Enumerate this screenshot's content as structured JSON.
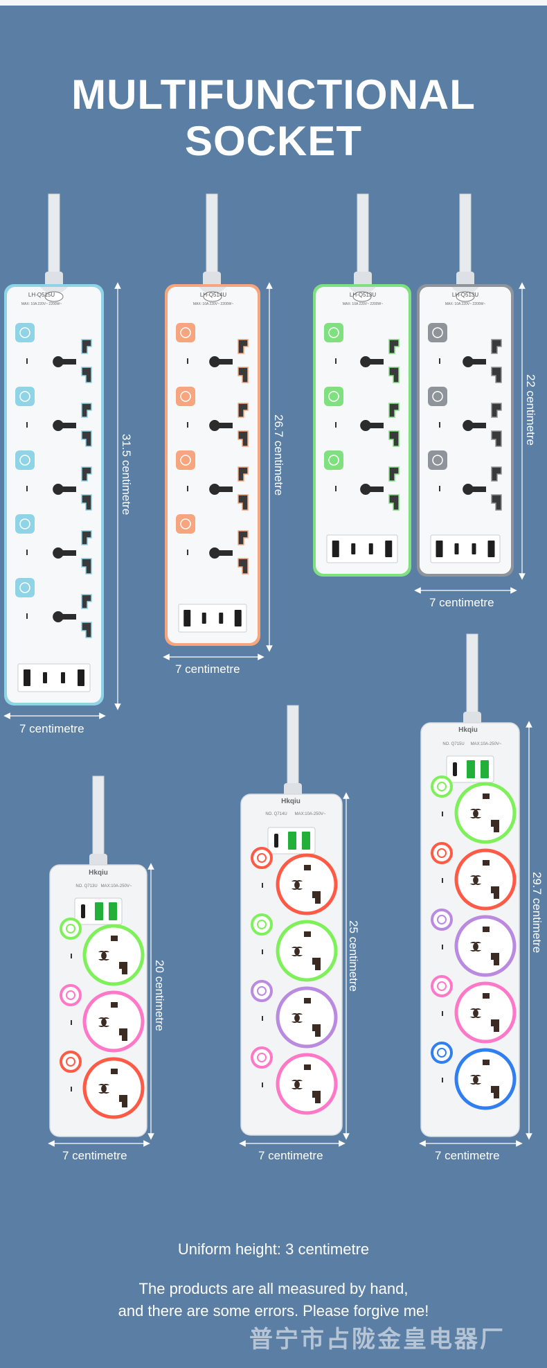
{
  "title_line1": "MULTIFUNCTIONAL",
  "title_line2": "SOCKET",
  "colors": {
    "background": "#5b7fa4",
    "blue": "#8fd3e6",
    "orange": "#f6a57e",
    "green": "#7fe07f",
    "gray": "#8e9499",
    "ring_green": "#7ef05a",
    "ring_red": "#ff5a45",
    "ring_pink": "#ff78c8",
    "ring_purple": "#b98ae0",
    "ring_blue": "#2f7ff0"
  },
  "products_top": {
    "blue": {
      "model": "LH-Q515U",
      "rating": "MAX: 10A 220V~ 2200W~",
      "height": "31.5 centimetre",
      "width": "7 centimetre"
    },
    "orange": {
      "model": "LH-Q514U",
      "rating": "MAX: 10A 220V~ 2200W~",
      "height": "26.7 centimetre",
      "width": "7 centimetre"
    },
    "green": {
      "model": "LH-Q513U",
      "rating": "MAX: 10A 220V~ 2200W~"
    },
    "gray": {
      "model": "LH-Q513U",
      "rating": "MAX: 10A 220V~ 2200W~",
      "height": "22 centimetre",
      "width": "7 centimetre"
    }
  },
  "products_bottom": {
    "small": {
      "brand": "Hkqiu",
      "model": "NO. Q713U",
      "rating": "MAX:10A-250V~",
      "height": "20 centimetre",
      "width": "7 centimetre"
    },
    "medium": {
      "brand": "Hkqiu",
      "model": "NO. Q714U",
      "rating": "MAX:10A-250V~",
      "height": "25 centimetre",
      "width": "7 centimetre"
    },
    "large": {
      "brand": "Hkqiu",
      "model": "NO. Q715U",
      "rating": "MAX:10A-250V~",
      "height": "29.7 centimetre",
      "width": "7 centimetre"
    }
  },
  "uniform_height": "Uniform height: 3 centimetre",
  "disclaimer_line1": "The products are all measured by hand,",
  "disclaimer_line2": "and there are some errors. Please forgive me!",
  "watermark": "普宁市占陇金皇电器厂"
}
